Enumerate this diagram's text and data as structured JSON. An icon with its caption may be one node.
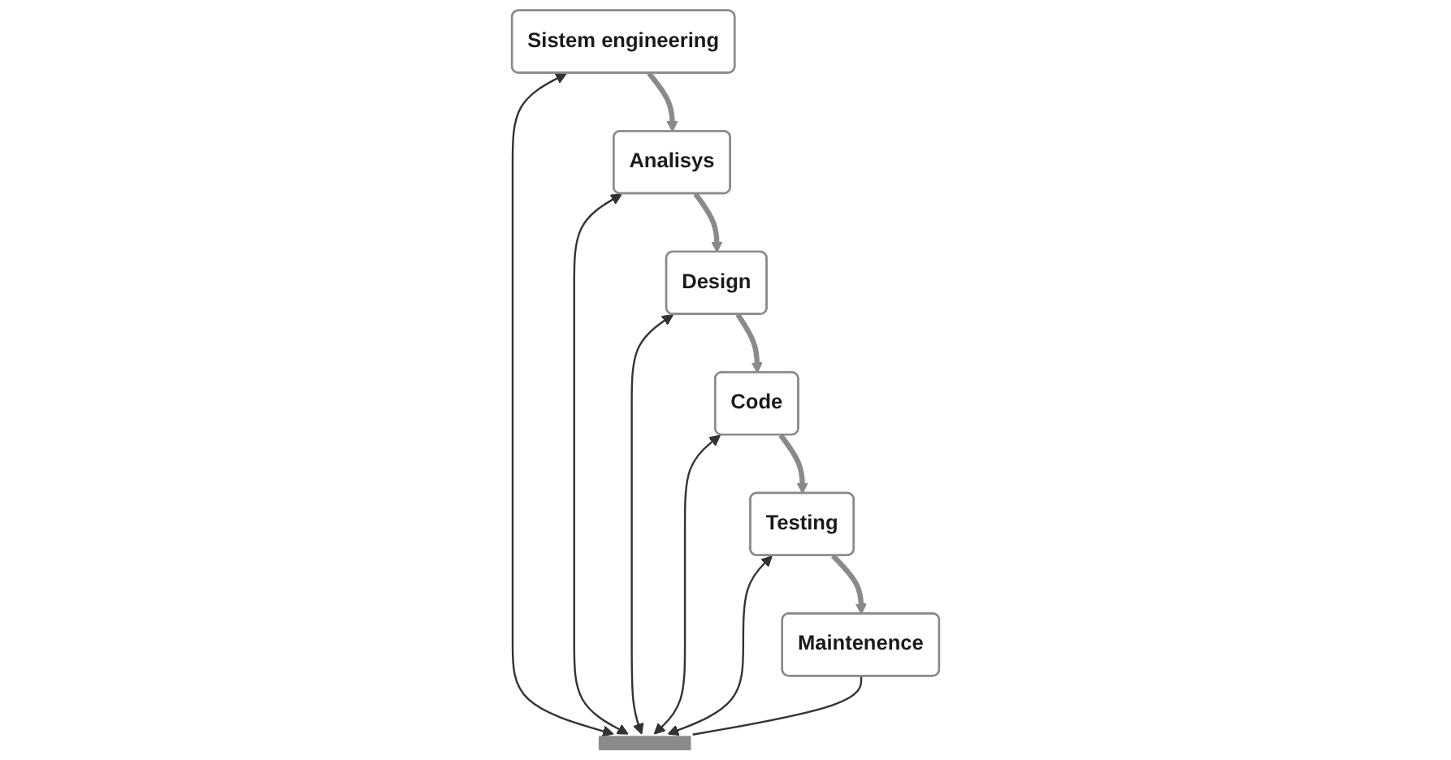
{
  "diagram": {
    "nodes": [
      {
        "text": [
          "Sistem engineering"
        ]
      },
      {
        "text": [
          "Analisys"
        ]
      },
      {
        "text": [
          "Design"
        ]
      },
      {
        "text": [
          "Code"
        ]
      },
      {
        "text": [
          "Testing"
        ]
      },
      {
        "text": [
          "Maintenence"
        ]
      },
      {
        "text": [],
        "shape": "bar"
      }
    ],
    "edges": [
      {
        "from": 0,
        "to": 1,
        "arrow": "to",
        "style": "thick"
      },
      {
        "from": 1,
        "to": 2,
        "arrow": "to",
        "style": "thick"
      },
      {
        "from": 2,
        "to": 3,
        "arrow": "to",
        "style": "thick"
      },
      {
        "from": 3,
        "to": 4,
        "arrow": "to",
        "style": "thick"
      },
      {
        "from": 4,
        "to": 5,
        "arrow": "to",
        "style": "thick"
      },
      {
        "from": 0,
        "to": 6,
        "arrow": "both"
      },
      {
        "from": 1,
        "to": 6,
        "arrow": "both"
      },
      {
        "from": 2,
        "to": 6,
        "arrow": "both"
      },
      {
        "from": 3,
        "to": 6,
        "arrow": "both"
      },
      {
        "from": 4,
        "to": 6,
        "arrow": "both"
      },
      {
        "from": 5,
        "to": 6,
        "arrow": "none"
      }
    ]
  }
}
